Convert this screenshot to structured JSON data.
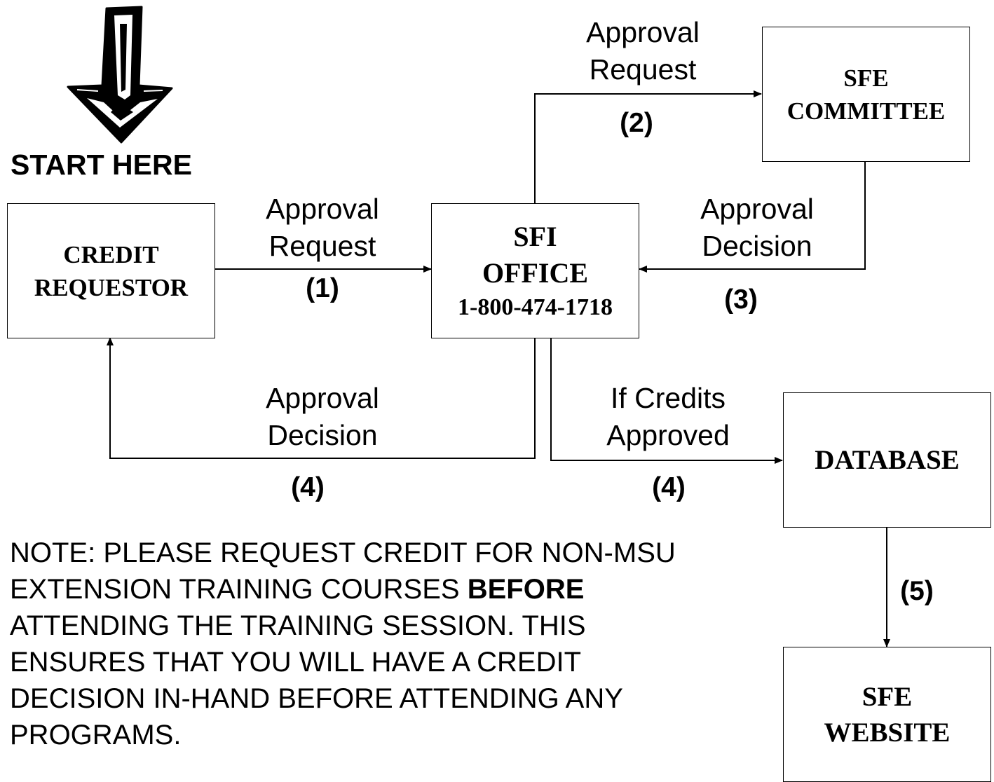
{
  "start": {
    "label": "START HERE"
  },
  "nodes": {
    "credit_requestor": {
      "line1": "CREDIT",
      "line2": "REQUESTOR"
    },
    "sfi_office": {
      "line1": "SFI",
      "line2": "OFFICE",
      "phone": "1-800-474-1718"
    },
    "sfe_committee": {
      "line1": "SFE",
      "line2": "COMMITTEE"
    },
    "database": {
      "line1": "DATABASE"
    },
    "sfe_website": {
      "line1": "SFE",
      "line2": "WEBSITE"
    }
  },
  "edges": [
    {
      "from": "CREDIT REQUESTOR",
      "to": "SFI OFFICE",
      "label_line1": "Approval",
      "label_line2": "Request",
      "step": "(1)"
    },
    {
      "from": "SFI OFFICE",
      "to": "SFE COMMITTEE",
      "label_line1": "Approval",
      "label_line2": "Request",
      "step": "(2)"
    },
    {
      "from": "SFE COMMITTEE",
      "to": "SFI OFFICE",
      "label_line1": "Approval",
      "label_line2": "Decision",
      "step": "(3)"
    },
    {
      "from": "SFI OFFICE",
      "to": "CREDIT REQUESTOR",
      "label_line1": "Approval",
      "label_line2": "Decision",
      "step": "(4)"
    },
    {
      "from": "SFI OFFICE",
      "to": "DATABASE",
      "label_line1": "If Credits",
      "label_line2": "Approved",
      "step": "(4)"
    },
    {
      "from": "DATABASE",
      "to": "SFE WEBSITE",
      "label_line1": "",
      "label_line2": "",
      "step": "(5)"
    }
  ],
  "note": {
    "prefix": "NOTE: PLEASE REQUEST CREDIT FOR NON-MSU EXTENSION TRAINING COURSES ",
    "emphasis": "BEFORE",
    "suffix": " ATTENDING THE TRAINING SESSION. THIS ENSURES THAT YOU WILL HAVE A CREDIT DECISION IN-HAND BEFORE ATTENDING ANY PROGRAMS."
  }
}
